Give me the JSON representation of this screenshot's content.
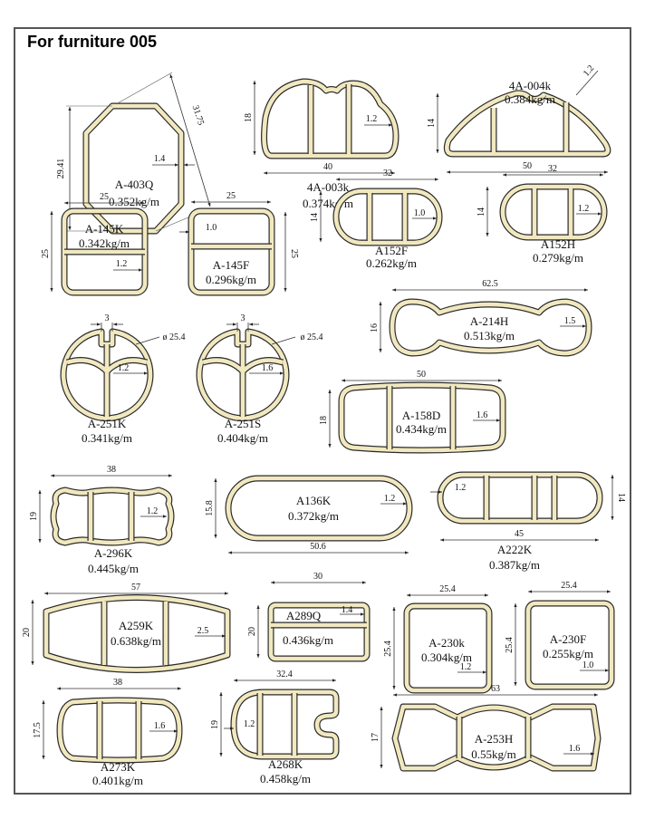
{
  "title": "For furniture 005",
  "profiles": [
    {
      "name": "A-403Q",
      "weight": "0.352kg/m",
      "dims": [
        "29.41",
        "31.75",
        "1.4"
      ]
    },
    {
      "name": "4A-003k",
      "weight": "0.374kg/m",
      "dims": [
        "18",
        "40",
        "1.2"
      ]
    },
    {
      "name": "4A-004k",
      "weight": "0.384kg/m",
      "dims": [
        "14",
        "50",
        "1.2"
      ]
    },
    {
      "name": "A-145K",
      "weight": "0.342kg/m",
      "dims": [
        "25",
        "25",
        "1.2"
      ]
    },
    {
      "name": "A-145F",
      "weight": "0.296kg/m",
      "dims": [
        "25",
        "25",
        "1.0"
      ]
    },
    {
      "name": "A152F",
      "weight": "0.262kg/m",
      "dims": [
        "32",
        "14",
        "1.0"
      ]
    },
    {
      "name": "A152H",
      "weight": "0.279kg/m",
      "dims": [
        "32",
        "14",
        "1.2"
      ]
    },
    {
      "name": "A-214H",
      "weight": "0.513kg/m",
      "dims": [
        "62.5",
        "16",
        "1.5"
      ]
    },
    {
      "name": "A-251K",
      "weight": "0.341kg/m",
      "dims": [
        "3",
        "ø 25.4",
        "1.2"
      ]
    },
    {
      "name": "A-251S",
      "weight": "0.404kg/m",
      "dims": [
        "3",
        "ø 25.4",
        "1.6"
      ]
    },
    {
      "name": "A-158D",
      "weight": "0.434kg/m",
      "dims": [
        "50",
        "18",
        "1.6"
      ]
    },
    {
      "name": "A-296K",
      "weight": "0.445kg/m",
      "dims": [
        "38",
        "19",
        "1.2"
      ]
    },
    {
      "name": "A136K",
      "weight": "0.372kg/m",
      "dims": [
        "15.8",
        "50.6",
        "1.2"
      ]
    },
    {
      "name": "A222K",
      "weight": "0.387kg/m",
      "dims": [
        "14",
        "45",
        "1.2"
      ]
    },
    {
      "name": "A259K",
      "weight": "0.638kg/m",
      "dims": [
        "57",
        "20",
        "2.5"
      ]
    },
    {
      "name": "A289Q",
      "weight": "0.436kg/m",
      "dims": [
        "30",
        "20",
        "1.4"
      ]
    },
    {
      "name": "A-230k",
      "weight": "0.304kg/m",
      "dims": [
        "25.4",
        "25.4",
        "1.2"
      ]
    },
    {
      "name": "A-230F",
      "weight": "0.255kg/m",
      "dims": [
        "25.4",
        "25.4",
        "1.0"
      ]
    },
    {
      "name": "A273K",
      "weight": "0.401kg/m",
      "dims": [
        "38",
        "17.5",
        "1.6"
      ]
    },
    {
      "name": "A268K",
      "weight": "0.458kg/m",
      "dims": [
        "32.4",
        "19",
        "1.2"
      ]
    },
    {
      "name": "A-253H",
      "weight": "0.55kg/m",
      "dims": [
        "63",
        "17",
        "1.6"
      ]
    }
  ]
}
